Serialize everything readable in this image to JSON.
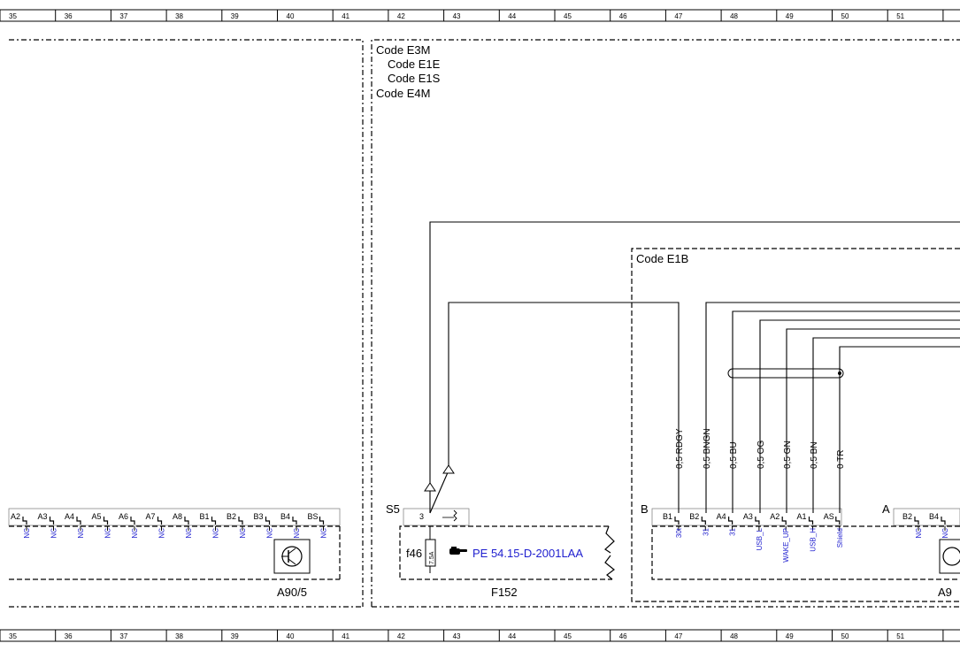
{
  "ruler": {
    "numbers": [
      "35",
      "36",
      "37",
      "38",
      "39",
      "40",
      "41",
      "42",
      "43",
      "44",
      "45",
      "46",
      "47",
      "48",
      "49",
      "50",
      "51"
    ]
  },
  "codes": {
    "left_box": [
      "Code E3M",
      "Code E1E",
      "Code E1S",
      "Code E4M"
    ],
    "right_box": "Code E1B"
  },
  "component_a90_5": {
    "label": "A90/5",
    "pins": [
      "A2",
      "A3",
      "A4",
      "A5",
      "A6",
      "A7",
      "A8",
      "B1",
      "B2",
      "B3",
      "B4",
      "BS"
    ],
    "pin_notes": [
      "NC",
      "NC",
      "NC",
      "NC",
      "NC",
      "NC",
      "NC",
      "NC",
      "NC",
      "NC",
      "NC",
      "NC"
    ]
  },
  "component_f152": {
    "label": "F152",
    "connector": "S5",
    "pin": "3",
    "fuse_id": "f46",
    "fuse_rating": "7.5A",
    "reference_link": "PE 54.15-D-2001LAA"
  },
  "component_a9x": {
    "label_partial": "A9",
    "connector_b": "B",
    "connector_a": "A",
    "pins_b": [
      "B1",
      "B2",
      "A4",
      "A3",
      "A2",
      "A1",
      "AS"
    ],
    "pin_notes_b": [
      "30t",
      "31",
      "31",
      "USB_L",
      "WAKE_UP",
      "USB_H",
      "Shield"
    ],
    "pins_a": [
      "B2",
      "B4"
    ],
    "pin_notes_a": [
      "NC",
      "NC"
    ],
    "wires": [
      "0,5 RDGY",
      "0,5 BNGN",
      "0,5 BU",
      "0,5 OG",
      "0,5 GN",
      "0,5 BN",
      "0 TR"
    ]
  },
  "colors": {
    "line": "#000000",
    "link_blue": "#1f1fcf",
    "background": "#ffffff"
  }
}
